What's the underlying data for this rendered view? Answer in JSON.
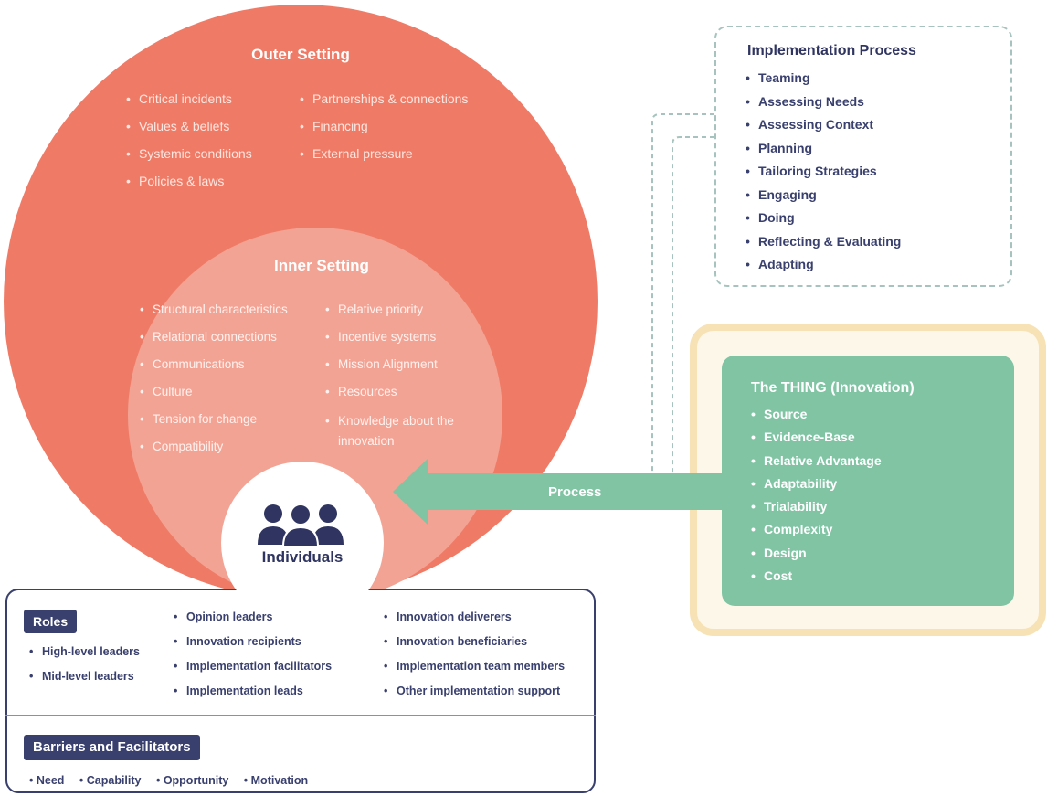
{
  "outer_setting": {
    "title": "Outer Setting",
    "items_left": [
      "Critical incidents",
      "Values & beliefs",
      "Systemic conditions",
      "Policies & laws"
    ],
    "items_right": [
      "Partnerships & connections",
      "Financing",
      "External pressure"
    ]
  },
  "inner_setting": {
    "title": "Inner Setting",
    "items_left": [
      "Structural characteristics",
      "Relational connections",
      "Communications",
      "Culture",
      "Tension for change",
      "Compatibility"
    ],
    "items_right": [
      "Relative priority",
      "Incentive systems",
      "Mission Alignment",
      "Resources",
      "Knowledge about the innovation"
    ]
  },
  "individuals": {
    "label": "Individuals",
    "icon": "people-group-icon",
    "roles_tag": "Roles",
    "roles_col1": [
      "High-level leaders",
      "Mid-level leaders"
    ],
    "roles_col2": [
      "Opinion leaders",
      "Innovation recipients",
      "Implementation facilitators",
      "Implementation leads"
    ],
    "roles_col3": [
      "Innovation deliverers",
      "Innovation beneficiaries",
      "Implementation team members",
      "Other implementation support"
    ],
    "bf_tag": "Barriers and Facilitators",
    "bf_items": [
      "Need",
      "Capability",
      "Opportunity",
      "Motivation"
    ]
  },
  "implementation_process": {
    "title": "Implementation Process",
    "items": [
      "Teaming",
      "Assessing Needs",
      "Assessing Context",
      "Planning",
      "Tailoring Strategies",
      "Engaging",
      "Doing",
      "Reflecting & Evaluating",
      "Adapting"
    ]
  },
  "innovation": {
    "title": "The THING (Innovation)",
    "items": [
      "Source",
      "Evidence-Base",
      "Relative Advantage",
      "Adaptability",
      "Trialability",
      "Complexity",
      "Design",
      "Cost"
    ]
  },
  "process_arrow": {
    "label": "Process"
  },
  "colors": {
    "outer": "#ef7b67",
    "inner": "#f3a394",
    "navy": "#39406e",
    "green": "#80c4a4",
    "gold": "#f7e2b6",
    "dashed": "#a6c4bd"
  }
}
